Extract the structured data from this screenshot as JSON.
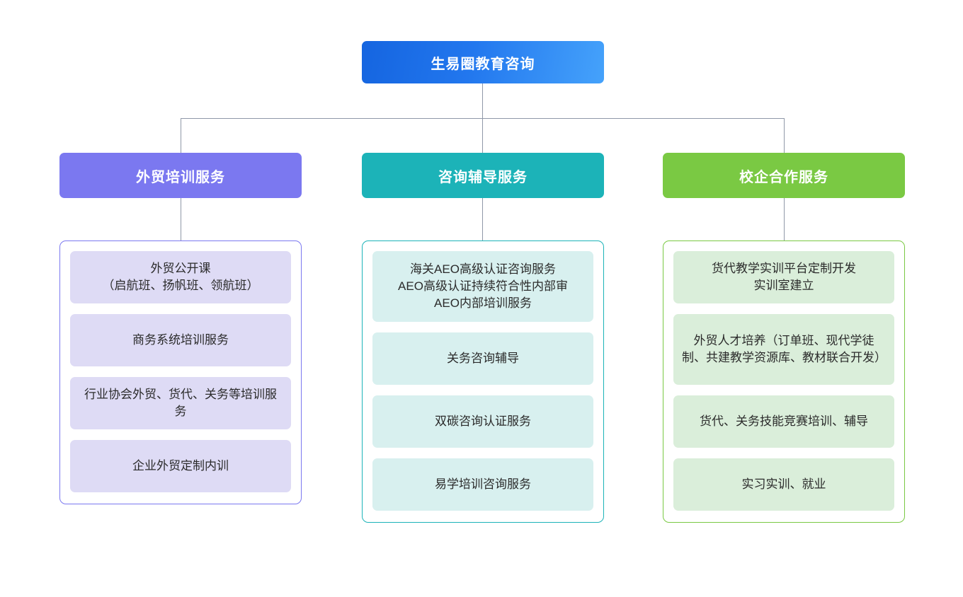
{
  "diagram": {
    "type": "organization-chart",
    "root": {
      "label": "生易圈教育咨询",
      "color_start": "#1565e0",
      "color_end": "#45a2fb"
    },
    "connector_color": "#8f98a8",
    "branches": [
      {
        "header": "外贸培训服务",
        "header_color": "#7b78f0",
        "border_color": "#7b78f0",
        "chip_color": "#dedbf5",
        "items": [
          "外贸公开课\n（启航班、扬帆班、领航班）",
          "商务系统培训服务",
          "行业协会外贸、货代、关务等培训服务",
          "企业外贸定制内训"
        ]
      },
      {
        "header": "咨询辅导服务",
        "header_color": "#1cb3b8",
        "border_color": "#1cb3b8",
        "chip_color": "#d8f0ef",
        "items": [
          "海关AEO高级认证咨询服务\nAEO高级认证持续符合性内部审\nAEO内部培训服务",
          "关务咨询辅导",
          "双碳咨询认证服务",
          "易学培训咨询服务"
        ]
      },
      {
        "header": "校企合作服务",
        "header_color": "#7ac943",
        "border_color": "#7ac943",
        "chip_color": "#daeeda",
        "items": [
          "货代教学实训平台定制开发\n实训室建立",
          "外贸人才培养（订单班、现代学徒制、共建教学资源库、教材联合开发）",
          "货代、关务技能竞赛培训、辅导",
          "实习实训、就业"
        ]
      }
    ]
  }
}
